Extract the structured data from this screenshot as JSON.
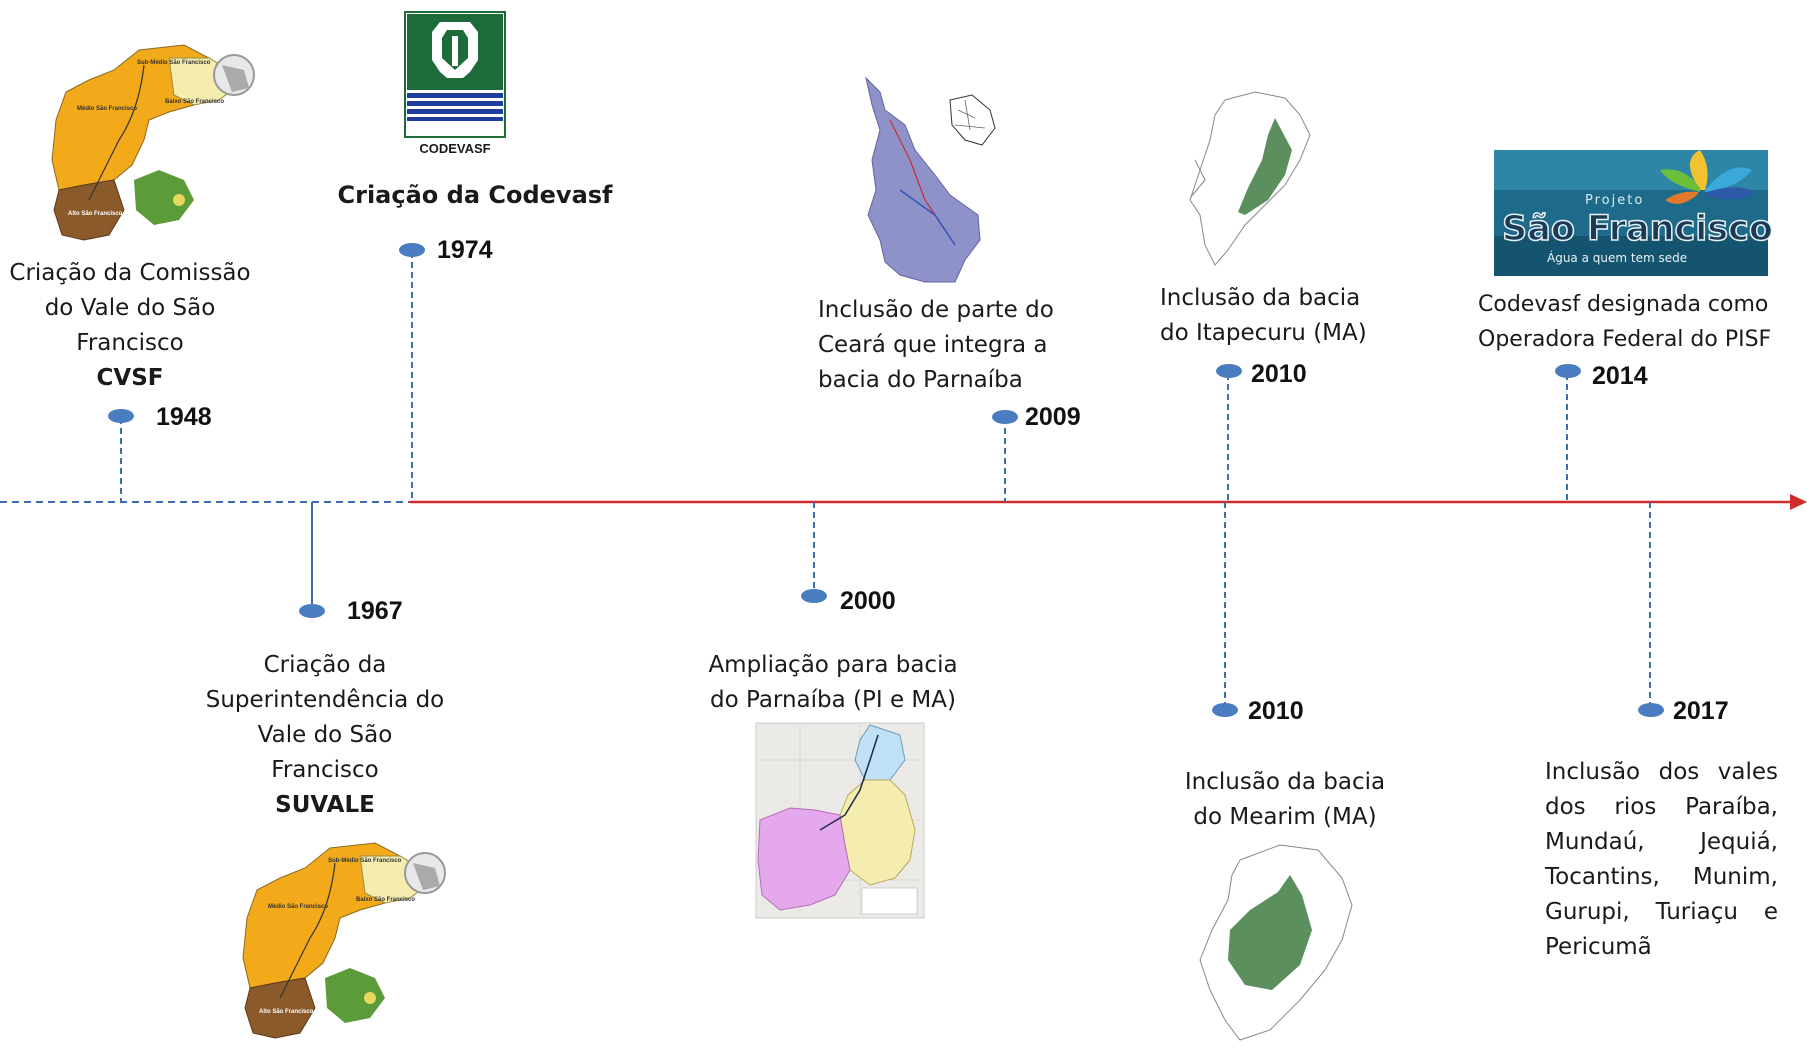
{
  "colors": {
    "axis_solid": "#d22b2b",
    "axis_dashed": "#3d6fb0",
    "marker": "#4a7cc0",
    "map_orange": "#f2a91a",
    "map_brown": "#8a5a2b",
    "map_yellow": "#f5ecb0",
    "map_green": "#5b8f5e",
    "codevasf_green": "#1e6b3a",
    "codevasf_blue": "#1f3d9c"
  },
  "events": {
    "e1948": {
      "year": "1948",
      "desc_lines": [
        "Criação da Comissão",
        "do Vale do São",
        "Francisco"
      ],
      "acronym": "CVSF",
      "image_labels": {
        "medio": "Médio São Francisco",
        "submedio": "Sub-Médio São Francisco",
        "baixo": "Baixo São Francisco",
        "alto": "Alto São Francisco"
      }
    },
    "e1967": {
      "year": "1967",
      "desc_lines": [
        "Criação da",
        "Superintendência do",
        "Vale do São",
        "Francisco"
      ],
      "acronym": "SUVALE",
      "image_labels": {
        "medio": "Médio São Francisco",
        "submedio": "Sub-Médio São Francisco",
        "baixo": "Baixo São Francisco",
        "alto": "Alto São Francisco"
      }
    },
    "e1974": {
      "year": "1974",
      "desc": "Criação da Codevasf",
      "logo_text": "CODEVASF"
    },
    "e2000": {
      "year": "2000",
      "desc_lines": [
        "Ampliação para bacia",
        "do Parnaíba (PI e MA)"
      ]
    },
    "e2009": {
      "year": "2009",
      "desc_lines": [
        "Inclusão de parte do",
        "Ceará que integra a",
        "bacia do Parnaíba"
      ]
    },
    "e2010a": {
      "year": "2010",
      "desc_lines": [
        "Inclusão da bacia",
        "do Itapecuru (MA)"
      ]
    },
    "e2010b": {
      "year": "2010",
      "desc_lines": [
        "Inclusão da bacia",
        "do Mearim (MA)"
      ]
    },
    "e2014": {
      "year": "2014",
      "desc_lines": [
        "Codevasf designada como",
        "Operadora Federal do PISF"
      ],
      "logo": {
        "top": "Projeto",
        "main": "São Francisco",
        "tagline": "Água a quem tem sede"
      }
    },
    "e2017": {
      "year": "2017",
      "desc": "Inclusão dos vales dos rios Paraíba, Mundaú, Jequiá, Tocantins, Munim, Gurupi, Turiaçu e Pericumã"
    }
  }
}
